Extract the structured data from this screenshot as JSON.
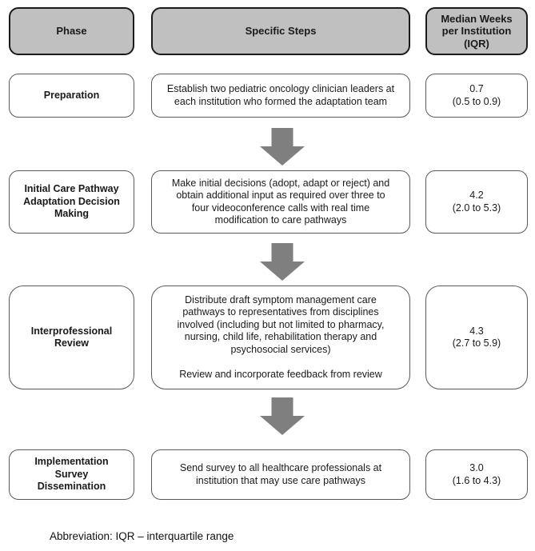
{
  "header": {
    "phase": "Phase",
    "steps": "Specific Steps",
    "median": "Median Weeks\nper Institution\n(IQR)"
  },
  "rows": [
    {
      "phase": "Preparation",
      "steps": "Establish two pediatric oncology clinician leaders at\neach institution who formed the adaptation team",
      "median": "0.7\n(0.5 to 0.9)"
    },
    {
      "phase": "Initial Care Pathway\nAdaptation Decision\nMaking",
      "steps": "Make initial decisions (adopt, adapt or reject) and\nobtain additional input as required over three to\nfour videoconference calls with real time\nmodification to care pathways",
      "median": "4.2\n(2.0 to 5.3)"
    },
    {
      "phase": "Interprofessional\nReview",
      "steps": "Distribute draft symptom management care\npathways to representatives from disciplines\ninvolved (including but not limited to pharmacy,\nnursing, child life, rehabilitation therapy and\npsychosocial services)\n\nReview and incorporate feedback from review",
      "median": "4.3\n(2.7 to 5.9)"
    },
    {
      "phase": "Implementation\nSurvey\nDissemination",
      "steps": "Send survey to all healthcare professionals at\ninstitution that may use care pathways",
      "median": "3.0\n(1.6 to 4.3)"
    }
  ],
  "footnote": "Abbreviation: IQR – interquartile range",
  "colors": {
    "header_fill": "#c0c0c0",
    "header_border": "#1a1a1a",
    "box_border": "#595959",
    "arrow": "#7f7f7f"
  },
  "icons": {
    "down_arrow": "block-arrow-down"
  }
}
